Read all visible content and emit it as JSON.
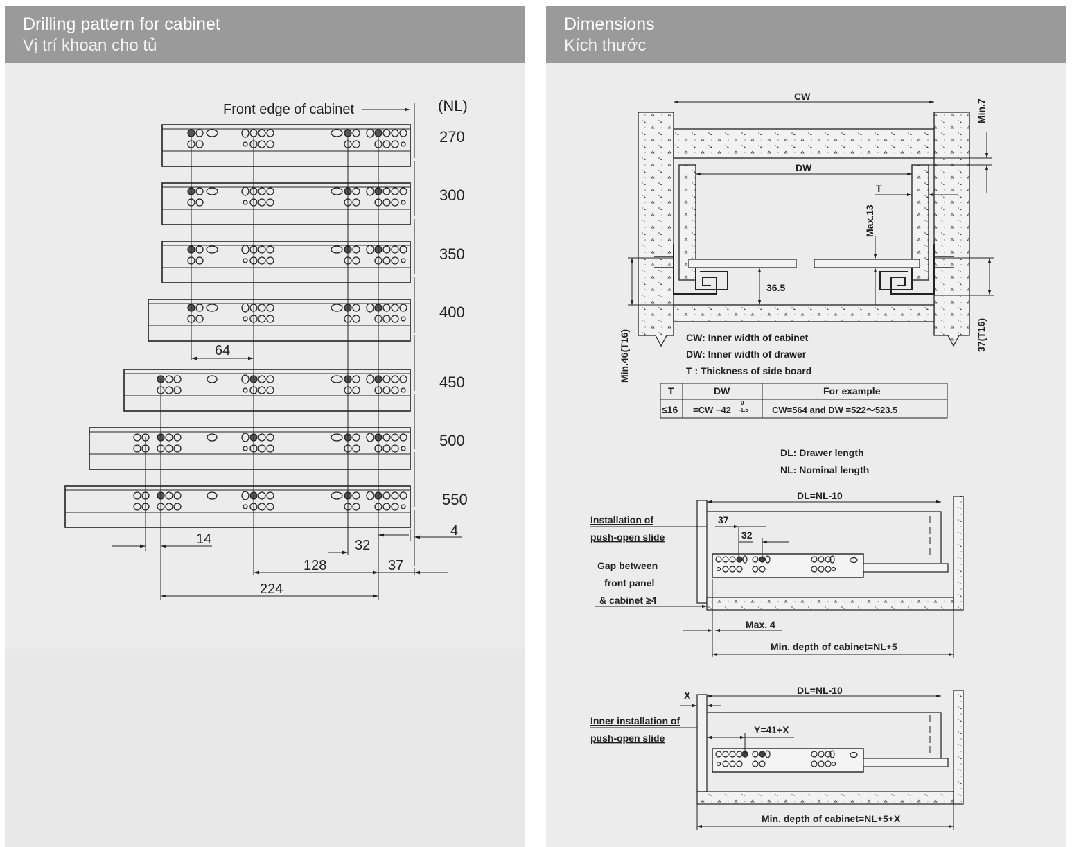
{
  "left_panel": {
    "title": "Drilling pattern for cabinet",
    "subtitle": "Vị trí khoan cho tủ",
    "front_edge_label": "Front edge of cabinet",
    "nl_header": "(NL)",
    "nominal_lengths": [
      "270",
      "300",
      "350",
      "400",
      "450",
      "500",
      "550"
    ],
    "dims": {
      "d64": "64",
      "d14": "14",
      "d32": "32",
      "d4": "4",
      "d128": "128",
      "d37": "37",
      "d224": "224"
    }
  },
  "right_panel": {
    "title": "Dimensions",
    "subtitle": "Kích thước",
    "cross_section": {
      "cw": "CW",
      "dw": "DW",
      "t": "T",
      "min7": "Min.7",
      "max13": "Max.13",
      "d365": "36.5",
      "min46": "Min.46(T16)",
      "d37t16": "37(T16)"
    },
    "legend": [
      "CW: Inner width of cabinet",
      "DW: Inner width of drawer",
      "T : Thickness of side board"
    ],
    "table": {
      "headers": [
        "T",
        "DW",
        "For example"
      ],
      "row": {
        "t": "≤16",
        "dw_base": "=CW −42",
        "dw_sup": "0",
        "dw_sub": "-1.5",
        "example": "CW=564  and DW =522～523.5"
      }
    },
    "definitions": [
      "DL: Drawer length",
      "NL: Nominal length"
    ],
    "side_view_1": {
      "dl": "DL=NL-10",
      "label_line1": "Installation of",
      "label_line2": "push-open slide",
      "gap_line1": "Gap  between",
      "gap_line2": "front panel",
      "gap_line3": "& cabinet ≥4",
      "d37": "37",
      "d32": "32",
      "max4": "Max. 4",
      "min_depth": "Min. depth of cabinet=NL+5"
    },
    "side_view_2": {
      "dl": "DL=NL-10",
      "x": "X",
      "label_line1": "Inner installation of",
      "label_line2": "push-open slide",
      "y": "Y=41+X",
      "min_depth": "Min. depth of cabinet=NL+5+X"
    }
  }
}
